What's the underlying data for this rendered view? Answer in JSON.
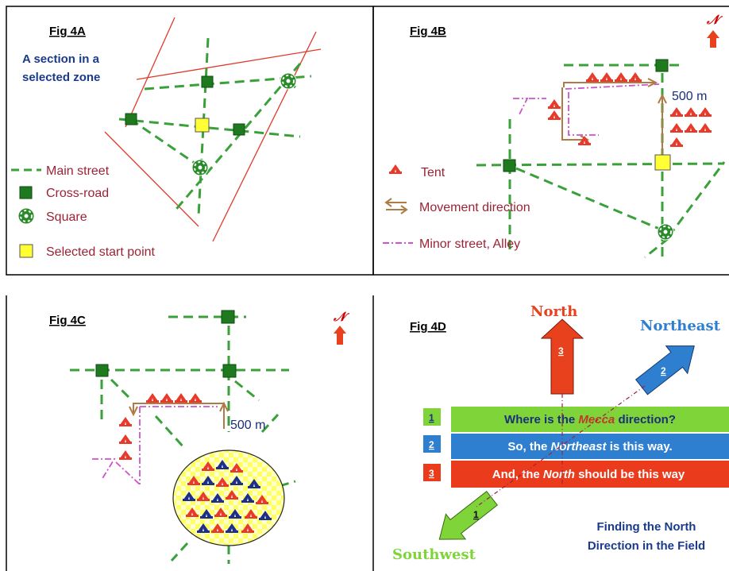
{
  "colors": {
    "street": "#3aa13a",
    "crossroad": "#1f7a1f",
    "start_point": "#ffff33",
    "zone_line": "#e03a2a",
    "tent": "#e83a2a",
    "tent_blue": "#1e2f8a",
    "movement": "#b07a45",
    "alley": "#cc55cc",
    "north_arrow": "#e8411d",
    "northeast_arrow": "#2f7fd0",
    "southwest_arrow": "#7fd43a",
    "band_green": "#7fd43a",
    "band_blue": "#2f7fd0",
    "band_red": "#ea3c1c"
  },
  "fig4a": {
    "title": "Fig 4A",
    "subtitle_line1": "A section in a",
    "subtitle_line2": "selected zone",
    "legend": {
      "main_street": "Main street",
      "cross_road": "Cross-road",
      "square": "Square",
      "start_point": "Selected start point"
    }
  },
  "fig4b": {
    "title": "Fig 4B",
    "north_symbol": "𝒩",
    "distance": "500 m",
    "legend": {
      "tent": "Tent",
      "movement": "Movement direction",
      "alley": "Minor street, Alley"
    }
  },
  "fig4c": {
    "title": "Fig 4C",
    "north_symbol": "𝒩",
    "distance": "500 m"
  },
  "fig4d": {
    "title": "Fig 4D",
    "north": "North",
    "northeast": "Northeast",
    "southwest": "Southwest",
    "arrow_num_north": "3",
    "arrow_num_northeast": "2",
    "arrow_num_southwest": "1",
    "steps": [
      {
        "num": "1",
        "pre": "Where is the ",
        "em": "Mecca",
        "post": " direction?"
      },
      {
        "num": "2",
        "pre": "So, the ",
        "em": "Northeast",
        "post": " is this way."
      },
      {
        "num": "3",
        "pre": "And, the ",
        "em": "North",
        "post": " should be this way"
      }
    ],
    "caption_line1": "Finding the North",
    "caption_line2": "Direction in the Field"
  }
}
